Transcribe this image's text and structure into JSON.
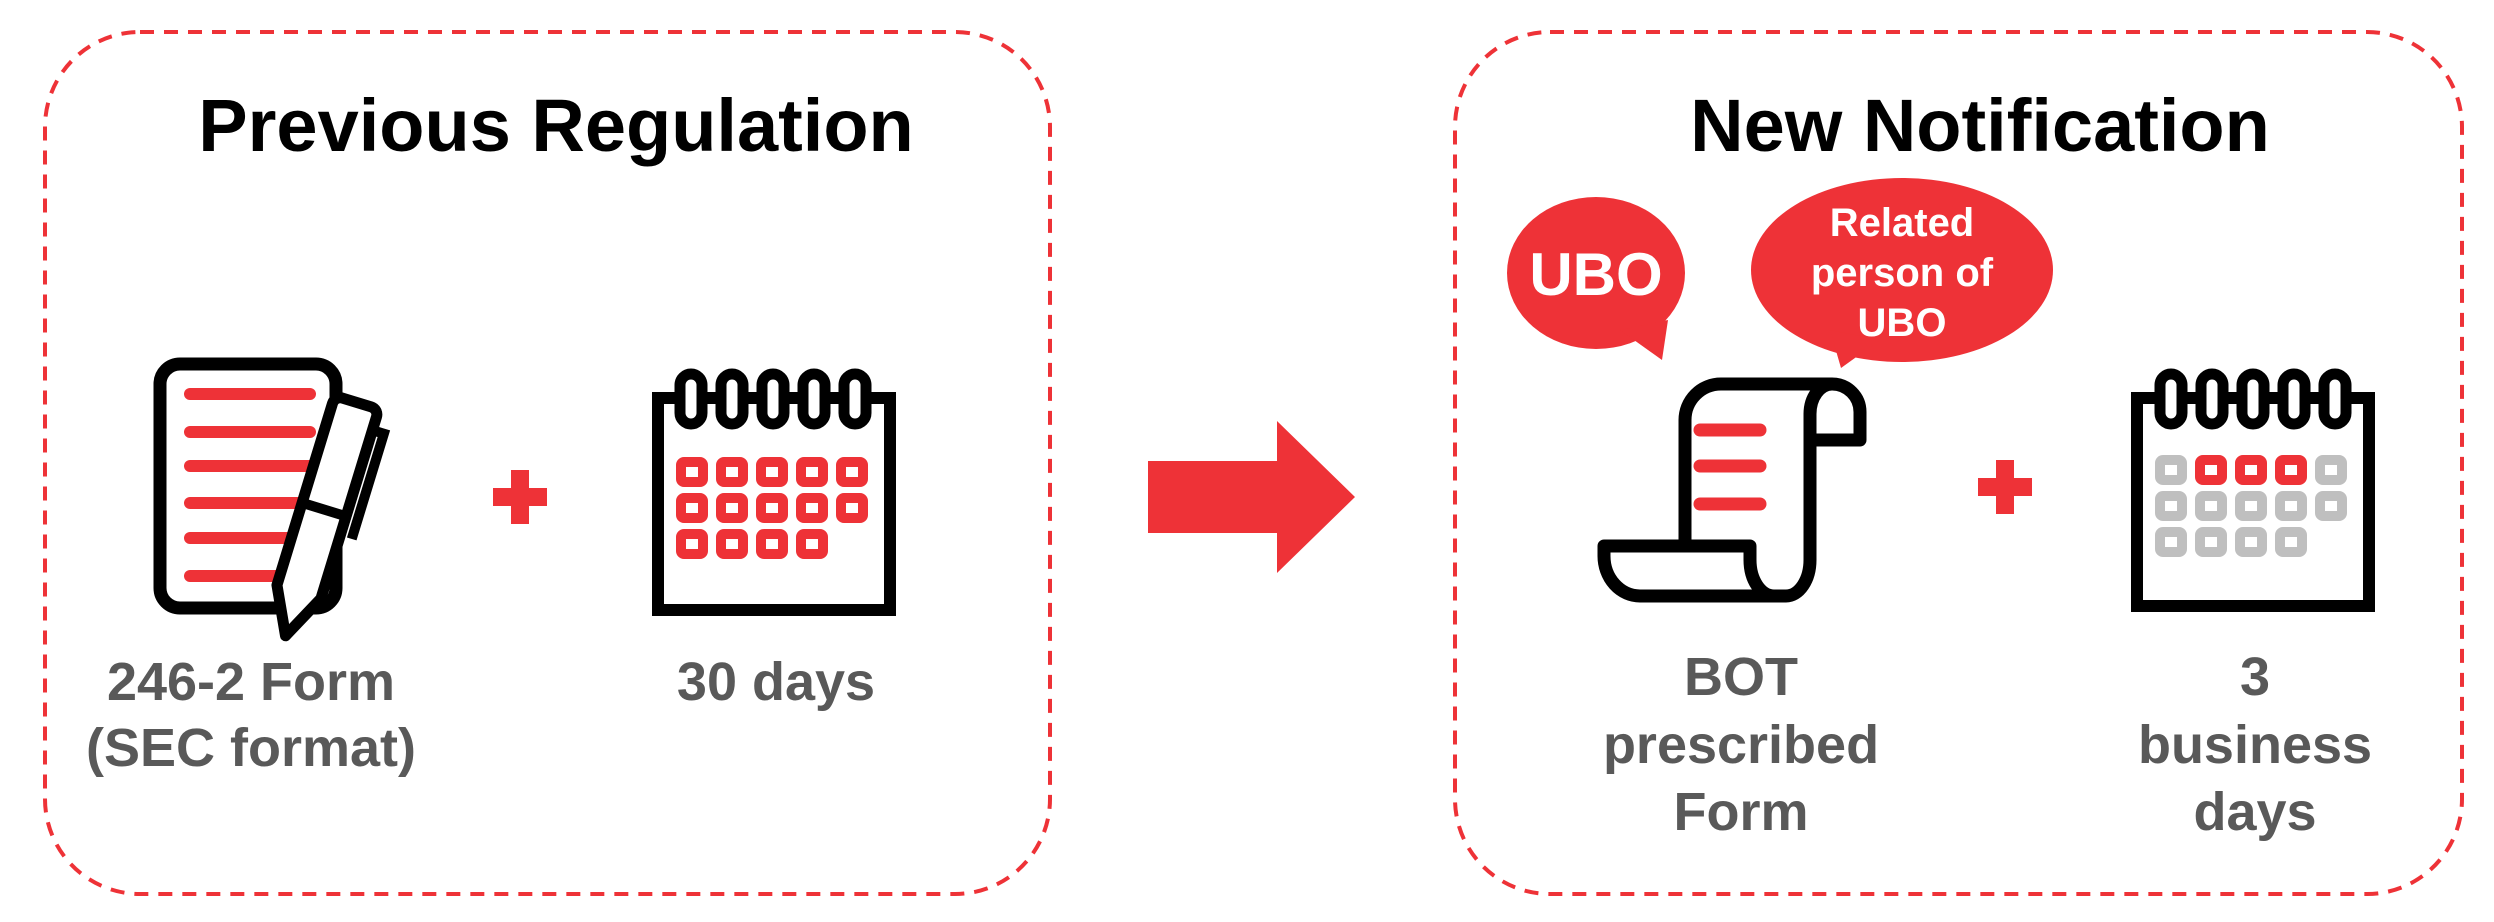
{
  "colors": {
    "accent": "#ee3237",
    "inactive": "#bfbfbf",
    "label": "#595959"
  },
  "previous": {
    "title": "Previous Regulation",
    "form_label": [
      "246-2 Form",
      "(SEC format)"
    ],
    "days_label": "30 days",
    "icons": [
      "document-pen-icon",
      "plus-icon",
      "calendar-icon"
    ]
  },
  "next": {
    "title": "New Notification",
    "bubble_1": "UBO",
    "bubble_2": [
      "Related",
      "person of",
      "UBO"
    ],
    "form_label": [
      "BOT",
      "prescribed",
      "Form"
    ],
    "days_label": [
      "3",
      "business",
      "days"
    ],
    "icons": [
      "scroll-icon",
      "plus-icon",
      "calendar-icon"
    ]
  },
  "transition_icon": "arrow-right-icon"
}
